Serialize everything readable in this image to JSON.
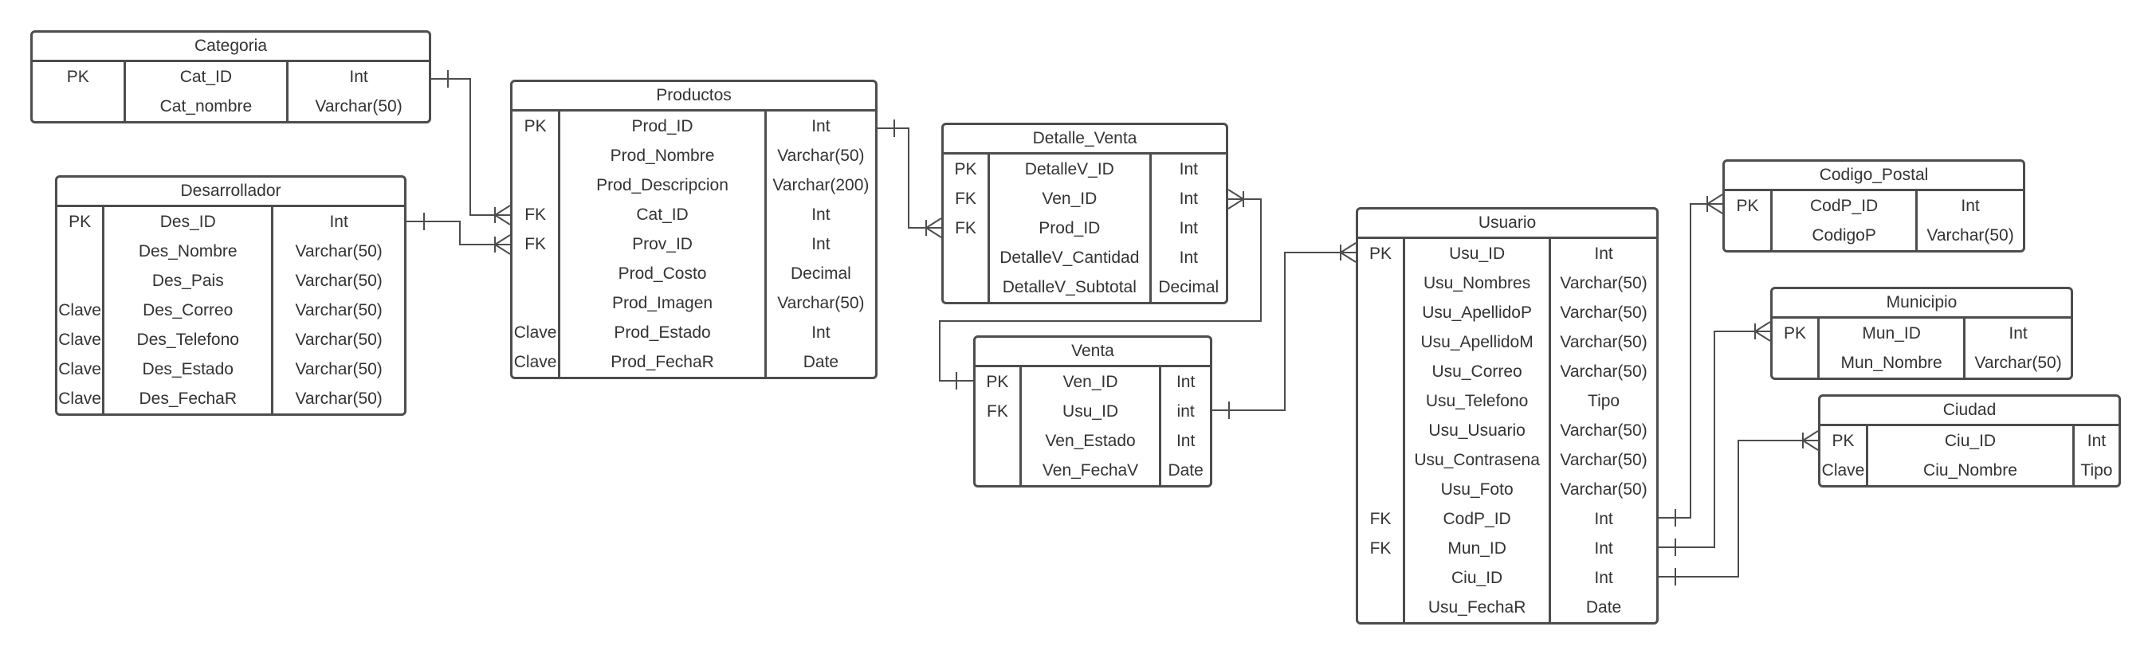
{
  "entities": {
    "categoria": {
      "title": "Categoria",
      "rows": [
        {
          "key": "PK",
          "name": "Cat_ID",
          "type": "Int"
        },
        {
          "key": "",
          "name": "Cat_nombre",
          "type": "Varchar(50)"
        }
      ]
    },
    "desarrollador": {
      "title": "Desarrollador",
      "rows": [
        {
          "key": "PK",
          "name": "Des_ID",
          "type": "Int"
        },
        {
          "key": "",
          "name": "Des_Nombre",
          "type": "Varchar(50)"
        },
        {
          "key": "",
          "name": "Des_Pais",
          "type": "Varchar(50)"
        },
        {
          "key": "Clave",
          "name": "Des_Correo",
          "type": "Varchar(50)"
        },
        {
          "key": "Clave",
          "name": "Des_Telefono",
          "type": "Varchar(50)"
        },
        {
          "key": "Clave",
          "name": "Des_Estado",
          "type": "Varchar(50)"
        },
        {
          "key": "Clave",
          "name": "Des_FechaR",
          "type": "Varchar(50)"
        }
      ]
    },
    "productos": {
      "title": "Productos",
      "rows": [
        {
          "key": "PK",
          "name": "Prod_ID",
          "type": "Int"
        },
        {
          "key": "",
          "name": "Prod_Nombre",
          "type": "Varchar(50)"
        },
        {
          "key": "",
          "name": "Prod_Descripcion",
          "type": "Varchar(200)"
        },
        {
          "key": "FK",
          "name": "Cat_ID",
          "type": "Int"
        },
        {
          "key": "FK",
          "name": "Prov_ID",
          "type": "Int"
        },
        {
          "key": "",
          "name": "Prod_Costo",
          "type": "Decimal"
        },
        {
          "key": "",
          "name": "Prod_Imagen",
          "type": "Varchar(50)"
        },
        {
          "key": "Clave",
          "name": "Prod_Estado",
          "type": "Int"
        },
        {
          "key": "Clave",
          "name": "Prod_FechaR",
          "type": "Date"
        }
      ]
    },
    "detalle_venta": {
      "title": "Detalle_Venta",
      "rows": [
        {
          "key": "PK",
          "name": "DetalleV_ID",
          "type": "Int"
        },
        {
          "key": "FK",
          "name": "Ven_ID",
          "type": "Int"
        },
        {
          "key": "FK",
          "name": "Prod_ID",
          "type": "Int"
        },
        {
          "key": "",
          "name": "DetalleV_Cantidad",
          "type": "Int"
        },
        {
          "key": "",
          "name": "DetalleV_Subtotal",
          "type": "Decimal"
        }
      ]
    },
    "venta": {
      "title": "Venta",
      "rows": [
        {
          "key": "PK",
          "name": "Ven_ID",
          "type": "Int"
        },
        {
          "key": "FK",
          "name": "Usu_ID",
          "type": "int"
        },
        {
          "key": "",
          "name": "Ven_Estado",
          "type": "Int"
        },
        {
          "key": "",
          "name": "Ven_FechaV",
          "type": "Date"
        }
      ]
    },
    "usuario": {
      "title": "Usuario",
      "rows": [
        {
          "key": "PK",
          "name": "Usu_ID",
          "type": "Int"
        },
        {
          "key": "",
          "name": "Usu_Nombres",
          "type": "Varchar(50)"
        },
        {
          "key": "",
          "name": "Usu_ApellidoP",
          "type": "Varchar(50)"
        },
        {
          "key": "",
          "name": "Usu_ApellidoM",
          "type": "Varchar(50)"
        },
        {
          "key": "",
          "name": "Usu_Correo",
          "type": "Varchar(50)"
        },
        {
          "key": "",
          "name": "Usu_Telefono",
          "type": "Tipo"
        },
        {
          "key": "",
          "name": "Usu_Usuario",
          "type": "Varchar(50)"
        },
        {
          "key": "",
          "name": "Usu_Contrasena",
          "type": "Varchar(50)"
        },
        {
          "key": "",
          "name": "Usu_Foto",
          "type": "Varchar(50)"
        },
        {
          "key": "FK",
          "name": "CodP_ID",
          "type": "Int"
        },
        {
          "key": "FK",
          "name": "Mun_ID",
          "type": "Int"
        },
        {
          "key": "",
          "name": "Ciu_ID",
          "type": "Int"
        },
        {
          "key": "",
          "name": "Usu_FechaR",
          "type": "Date"
        }
      ]
    },
    "codigo_postal": {
      "title": "Codigo_Postal",
      "rows": [
        {
          "key": "PK",
          "name": "CodP_ID",
          "type": "Int"
        },
        {
          "key": "",
          "name": "CodigoP",
          "type": "Varchar(50)"
        }
      ]
    },
    "municipio": {
      "title": "Municipio",
      "rows": [
        {
          "key": "PK",
          "name": "Mun_ID",
          "type": "Int"
        },
        {
          "key": "",
          "name": "Mun_Nombre",
          "type": "Varchar(50)"
        }
      ]
    },
    "ciudad": {
      "title": "Ciudad",
      "rows": [
        {
          "key": "PK",
          "name": "Ciu_ID",
          "type": "Int"
        },
        {
          "key": "Clave",
          "name": "Ciu_Nombre",
          "type": "Tipo"
        }
      ]
    }
  },
  "relationships": [
    {
      "from": "categoria.Cat_ID",
      "to": "productos.Cat_ID",
      "from_cardinality": "one",
      "to_cardinality": "many"
    },
    {
      "from": "desarrollador.Des_ID",
      "to": "productos.Prov_ID",
      "from_cardinality": "one",
      "to_cardinality": "many"
    },
    {
      "from": "productos.Prod_ID",
      "to": "detalle_venta.Prod_ID",
      "from_cardinality": "one",
      "to_cardinality": "many"
    },
    {
      "from": "venta.Ven_ID",
      "to": "detalle_venta.Ven_ID",
      "from_cardinality": "one",
      "to_cardinality": "many"
    },
    {
      "from": "venta.Usu_ID",
      "to": "usuario.Usu_ID",
      "from_cardinality": "one",
      "to_cardinality": "many"
    },
    {
      "from": "usuario.CodP_ID",
      "to": "codigo_postal.CodP_ID",
      "from_cardinality": "one",
      "to_cardinality": "many"
    },
    {
      "from": "usuario.Mun_ID",
      "to": "municipio.Mun_ID",
      "from_cardinality": "one",
      "to_cardinality": "many"
    },
    {
      "from": "usuario.Ciu_ID",
      "to": "ciudad.Ciu_ID",
      "from_cardinality": "one",
      "to_cardinality": "many"
    }
  ]
}
